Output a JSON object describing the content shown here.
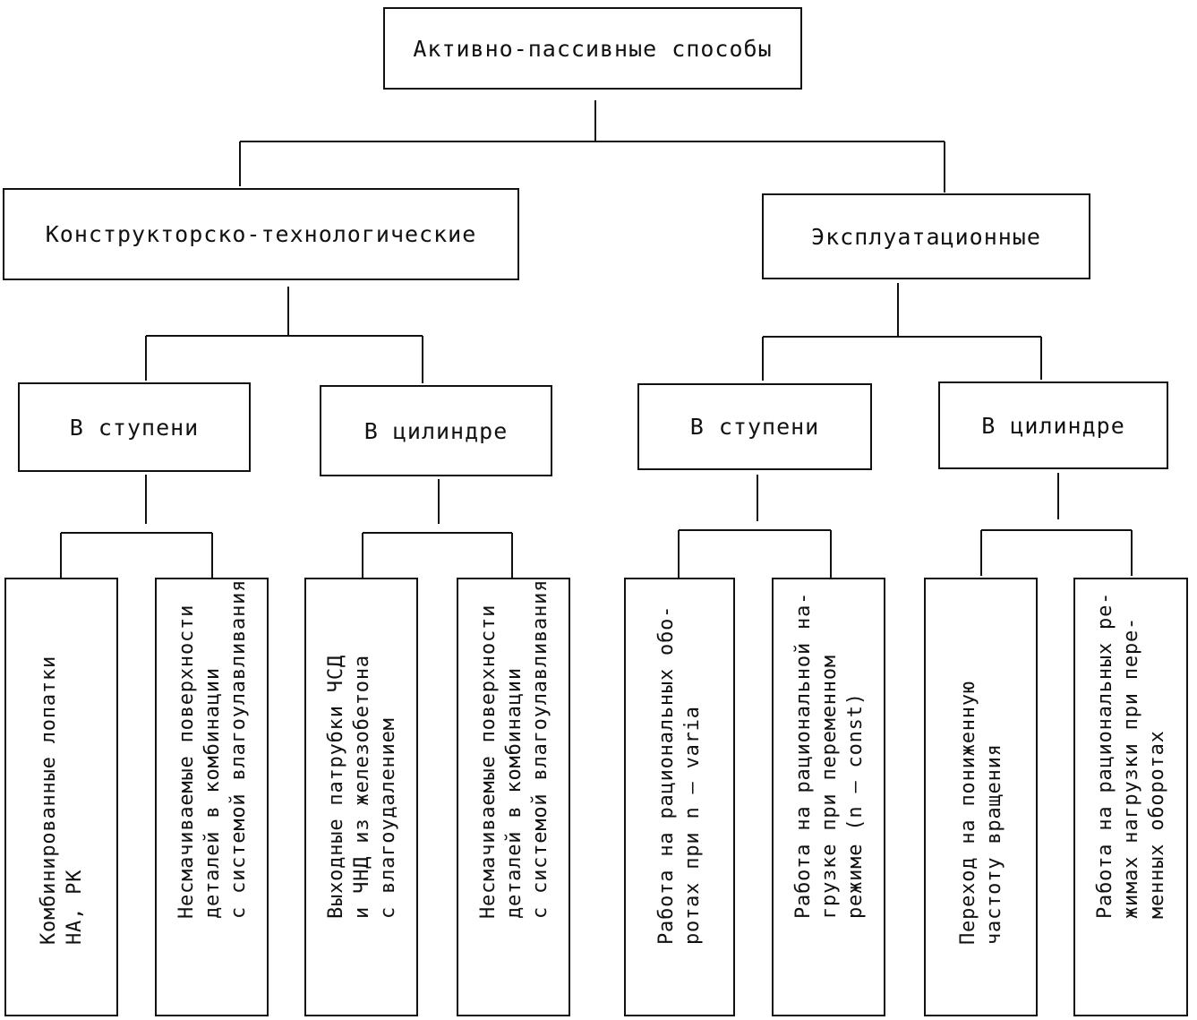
{
  "root": {
    "label": "Активно-пассивные способы"
  },
  "groups": [
    {
      "label": "Конструкторско-технологические",
      "children": [
        {
          "label": "В ступени",
          "leaves": [
            {
              "lines": [
                "Комбинированные лопатки",
                "НА, РК"
              ]
            },
            {
              "lines": [
                "Несмачиваемые поверхности",
                "деталей в комбинации",
                "с системой влагоулавливания"
              ]
            }
          ]
        },
        {
          "label": "В цилиндре",
          "leaves": [
            {
              "lines": [
                "Выходные патрубки ЧСД",
                "и ЧНД из железобетона",
                "с влагоудалением"
              ]
            },
            {
              "lines": [
                "Несмачиваемые поверхности",
                "деталей в комбинации",
                "с системой влагоулавливания"
              ]
            }
          ]
        }
      ]
    },
    {
      "label": "Эксплуатационные",
      "children": [
        {
          "label": "В ступени",
          "leaves": [
            {
              "lines": [
                "Работа на рациональных обо-",
                "ротах при n — varia"
              ]
            },
            {
              "lines": [
                "Работа на рациональной на-",
                "грузке при переменном",
                "режиме (n — const)"
              ]
            }
          ]
        },
        {
          "label": "В цилиндре",
          "leaves": [
            {
              "lines": [
                "Переход на пониженную",
                "частоту вращения"
              ]
            },
            {
              "lines": [
                "Работа на рациональных ре-",
                "жимах нагрузки при пере-",
                "менных оборотах"
              ]
            }
          ]
        }
      ]
    }
  ]
}
